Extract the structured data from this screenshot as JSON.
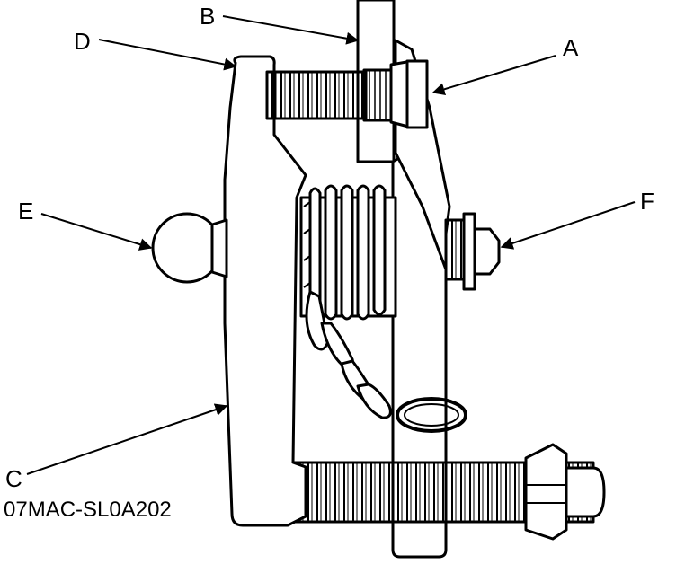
{
  "figure": {
    "callouts": {
      "a": "A",
      "b": "B",
      "c": "C",
      "d": "D",
      "e": "E",
      "f": "F"
    },
    "part_code": "07MAC-SL0A202"
  },
  "colors": {
    "ink": "#000000",
    "paper": "#ffffff"
  }
}
